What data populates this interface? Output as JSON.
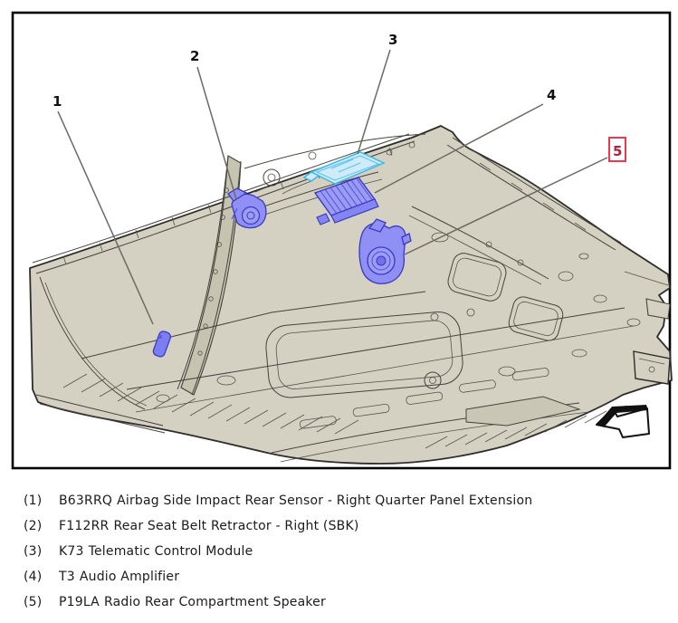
{
  "figure": {
    "type": "vehicle-body-component-location-diagram",
    "view": "rear body structure, isometric cutaway",
    "callouts": [
      {
        "label": "1",
        "highlighted": false
      },
      {
        "label": "2",
        "highlighted": false
      },
      {
        "label": "3",
        "highlighted": false
      },
      {
        "label": "4",
        "highlighted": false
      },
      {
        "label": "5",
        "highlighted": true
      }
    ],
    "icons": [
      "front-direction-arrow"
    ]
  },
  "legend": {
    "items": [
      {
        "index": "(1)",
        "code": "B63RRQ",
        "name": "Airbag Side Impact Rear Sensor - Right Quarter Panel Extension"
      },
      {
        "index": "(2)",
        "code": "F112RR",
        "name": "Rear Seat Belt Retractor - Right (SBK)"
      },
      {
        "index": "(3)",
        "code": "K73",
        "name": "Telematic Control Module"
      },
      {
        "index": "(4)",
        "code": "T3",
        "name": "Audio Amplifier"
      },
      {
        "index": "(5)",
        "code": "P19LA",
        "name": "Radio Rear Compartment Speaker"
      }
    ]
  },
  "colors": {
    "body_fill": "#d4d1c2",
    "body_recess": "#c6c3b1",
    "outline": "#2e2d29",
    "highlight_blue": "#8f8ff5",
    "highlight_blue_stroke": "#3a3ac0",
    "highlight_cyan": "#3fb8e8",
    "callout_red_box": "#ea3a52",
    "callout_red_text": "#b5213a",
    "legend_text": "#1b1b1b"
  }
}
